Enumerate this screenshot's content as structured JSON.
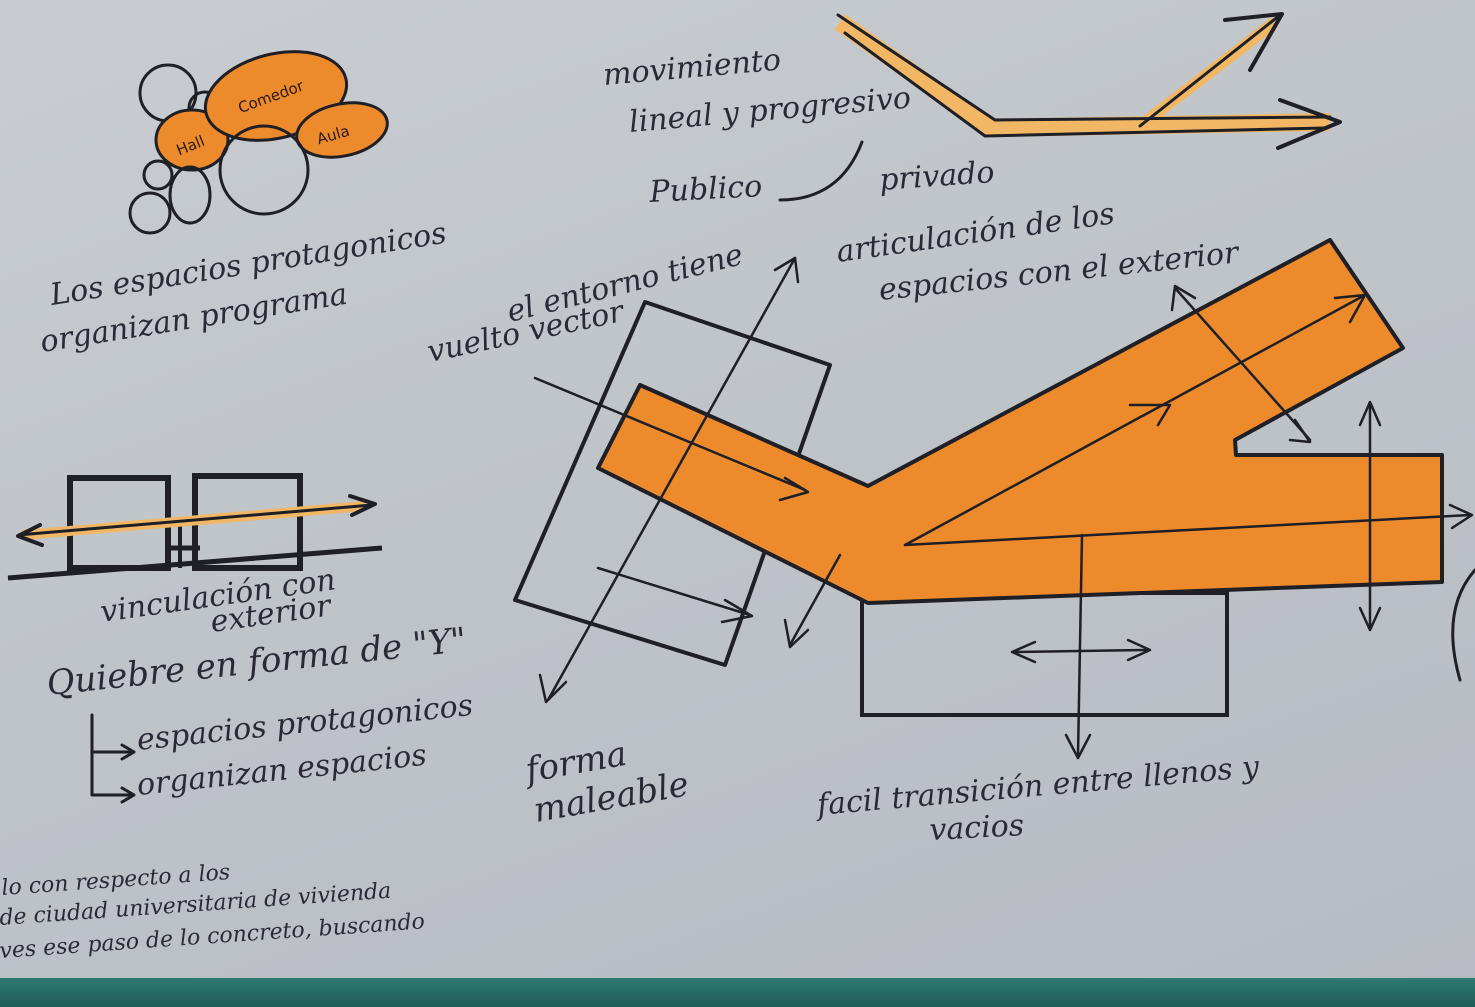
{
  "colors": {
    "paper": "#c3c8cd",
    "orange_fill": "#ec8a2c",
    "pale_orange": "#f2b765",
    "ink": "#1f1f26",
    "table_green": "#2a6f69"
  },
  "bubble_diagram": {
    "labels": [
      "Hall",
      "Comedor",
      "Aula"
    ],
    "caption_line1": "Los espacios protagonicos",
    "caption_line2": "organizan programa"
  },
  "movement_sketch": {
    "label_line1": "movimiento",
    "label_line2": "lineal y progresivo",
    "public_label": "Publico",
    "private_label": "privado"
  },
  "main_plan": {
    "note_surround_line1": "el entorno tiene",
    "note_surround_line2": "vuelto vector",
    "note_articulation_line1": "articulación de los",
    "note_articulation_line2": "espacios con el exterior",
    "note_shape_line1": "forma",
    "note_shape_line2": "maleable",
    "note_transition_line1": "facil transición entre llenos y",
    "note_transition_line2": "vacios"
  },
  "section_sketch": {
    "caption_line1": "vinculación con",
    "caption_line2": "exterior"
  },
  "y_notes": {
    "heading": "Quiebre en forma de \"Y\"",
    "item1": "espacios protagonicos",
    "item2": "organizan espacios"
  },
  "bottom_notes": {
    "line1": "lo con respecto a los",
    "line2": "de ciudad universitaria de vivienda",
    "line3": "ves ese paso de lo concreto, buscando"
  }
}
